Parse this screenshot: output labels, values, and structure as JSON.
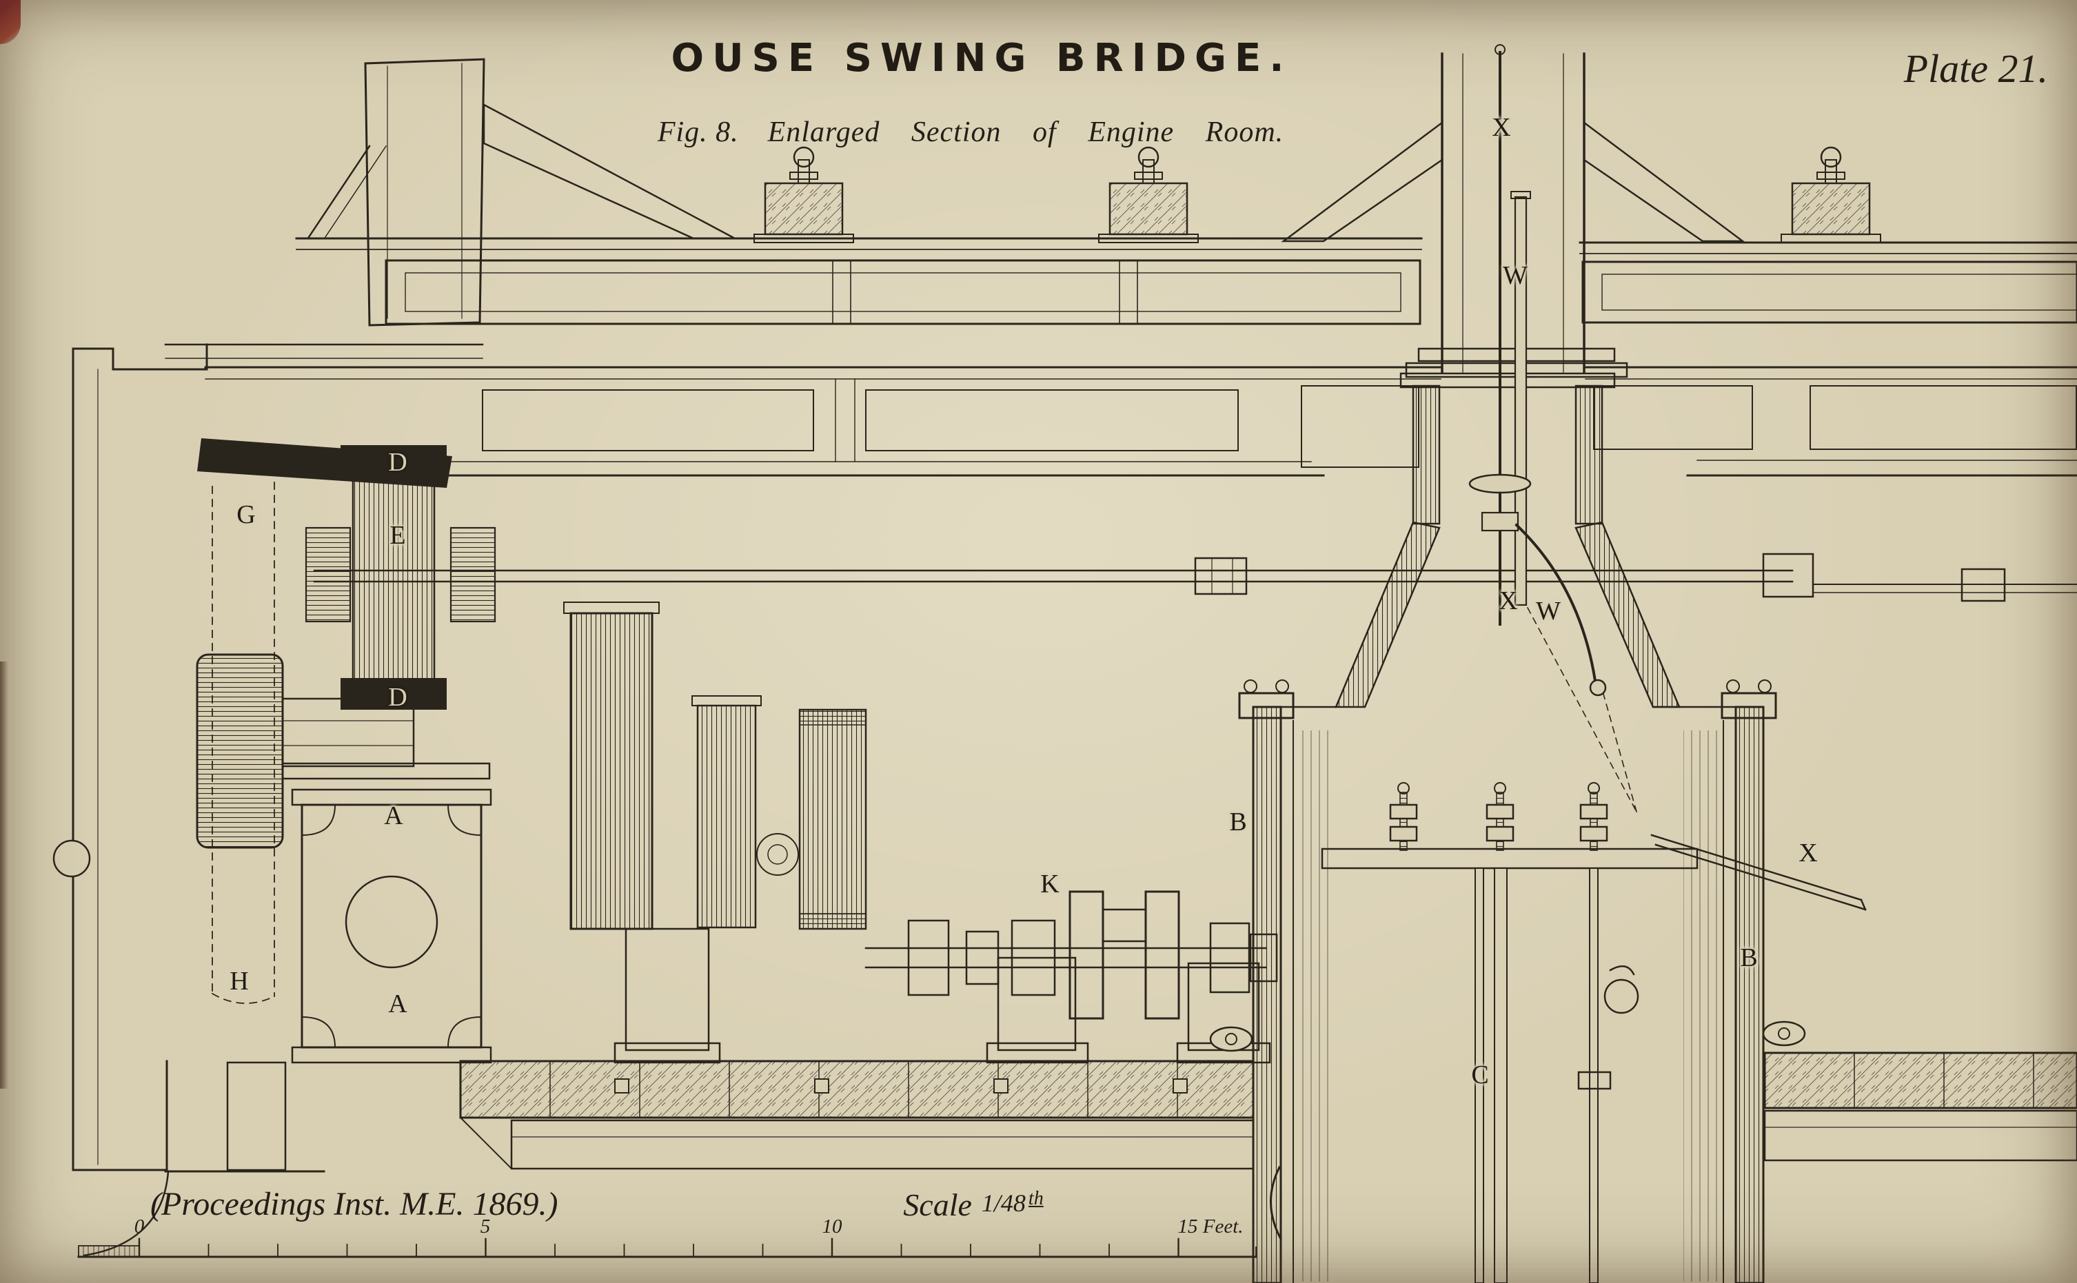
{
  "plate": {
    "title": "OUSE SWING BRIDGE.",
    "figure_prefix": "Fig. 8.",
    "figure_caption": "Enlarged Section of Engine Room.",
    "plate_number": "Plate 21.",
    "source": "(Proceedings Inst. M.E. 1869.)"
  },
  "scale": {
    "label": "Scale",
    "fraction": "1/48",
    "suffix": "th",
    "ticks": [
      "0",
      "5",
      "10",
      "15 Feet."
    ]
  },
  "part_labels": [
    {
      "text": "X"
    },
    {
      "text": "W"
    },
    {
      "text": "G"
    },
    {
      "text": "D"
    },
    {
      "text": "E"
    },
    {
      "text": "D"
    },
    {
      "text": "A"
    },
    {
      "text": "H"
    },
    {
      "text": "A"
    },
    {
      "text": "K"
    },
    {
      "text": "B"
    },
    {
      "text": "X"
    },
    {
      "text": "W"
    },
    {
      "text": "X"
    },
    {
      "text": "B"
    },
    {
      "text": "C"
    }
  ],
  "colors": {
    "paper": "#d9d0b4",
    "ink": "#2a251c",
    "stain_red": "#6f2220"
  }
}
